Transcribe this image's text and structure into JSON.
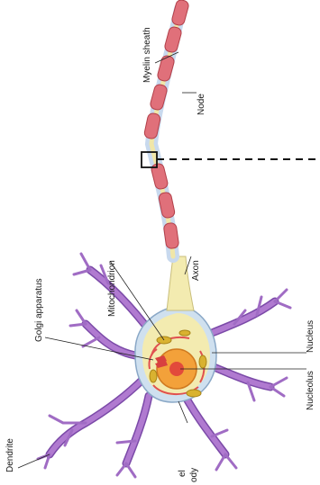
{
  "labels": {
    "myelin_sheath": "Myelin sheath",
    "node": "Node",
    "mitochondrion": "Mitochondrion",
    "axon": "Axon",
    "golgi_apparatus": "Golgi apparatus",
    "nucleus": "Nucleus",
    "nucleolus": "Nucleolus",
    "dendrite": "Dendrite",
    "cell_body_fragment_1": "el",
    "cell_body_fragment_2": "ody"
  },
  "colors": {
    "myelin": "#e0707a",
    "myelin_stroke": "#b2404a",
    "axon_core": "#f0e6a8",
    "axon_sheath": "#c8d9ee",
    "soma": "#f3ebb0",
    "cytoplasm_halo": "#cfe0ef",
    "dendrite": "#b07ad0",
    "dendrite_dark": "#7b4aa8",
    "nucleus": "#f3a13a",
    "nucleolus": "#e24a3b",
    "mitochondria": "#d9b230",
    "golgi": "#d84040",
    "leader": "#222222"
  },
  "icons": {
    "zoom_marker": "square-outline-icon"
  }
}
